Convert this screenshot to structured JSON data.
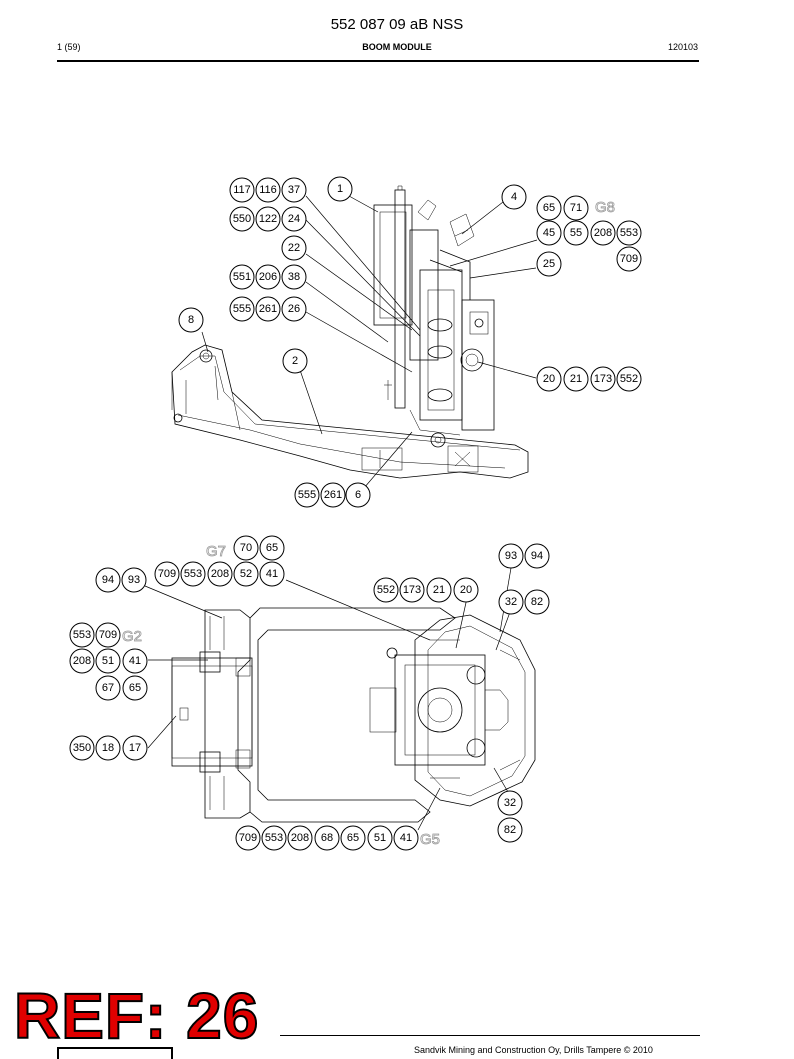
{
  "header": {
    "document_number": "552 087 09 aB NSS",
    "page": "1 (59)",
    "module": "BOOM MODULE",
    "date_code": "120103"
  },
  "footer": {
    "copyright": "Sandvik Mining and Construction Oy, Drills Tampere © 2010"
  },
  "ref_stamp": "REF: 26",
  "side_view": {
    "balloons": [
      {
        "label": "117"
      },
      {
        "label": "116"
      },
      {
        "label": "37"
      },
      {
        "label": "1"
      },
      {
        "label": "550"
      },
      {
        "label": "122"
      },
      {
        "label": "24"
      },
      {
        "label": "22"
      },
      {
        "label": "551"
      },
      {
        "label": "206"
      },
      {
        "label": "38"
      },
      {
        "label": "555"
      },
      {
        "label": "261"
      },
      {
        "label": "26"
      },
      {
        "label": "8"
      },
      {
        "label": "2"
      },
      {
        "label": "4"
      },
      {
        "label": "65"
      },
      {
        "label": "71"
      },
      {
        "label": "45"
      },
      {
        "label": "55"
      },
      {
        "label": "208"
      },
      {
        "label": "553"
      },
      {
        "label": "709"
      },
      {
        "label": "25"
      },
      {
        "label": "20"
      },
      {
        "label": "21"
      },
      {
        "label": "173"
      },
      {
        "label": "552"
      },
      {
        "label": "555"
      },
      {
        "label": "261"
      },
      {
        "label": "6"
      }
    ],
    "group_tags": [
      "G8"
    ]
  },
  "top_view": {
    "balloons": [
      {
        "label": "70"
      },
      {
        "label": "65"
      },
      {
        "label": "709"
      },
      {
        "label": "553"
      },
      {
        "label": "208"
      },
      {
        "label": "52"
      },
      {
        "label": "41"
      },
      {
        "label": "94"
      },
      {
        "label": "93"
      },
      {
        "label": "552"
      },
      {
        "label": "173"
      },
      {
        "label": "21"
      },
      {
        "label": "20"
      },
      {
        "label": "93"
      },
      {
        "label": "94"
      },
      {
        "label": "32"
      },
      {
        "label": "82"
      },
      {
        "label": "553"
      },
      {
        "label": "709"
      },
      {
        "label": "208"
      },
      {
        "label": "51"
      },
      {
        "label": "41"
      },
      {
        "label": "67"
      },
      {
        "label": "65"
      },
      {
        "label": "350"
      },
      {
        "label": "18"
      },
      {
        "label": "17"
      },
      {
        "label": "32"
      },
      {
        "label": "82"
      },
      {
        "label": "709"
      },
      {
        "label": "553"
      },
      {
        "label": "208"
      },
      {
        "label": "68"
      },
      {
        "label": "65"
      },
      {
        "label": "51"
      },
      {
        "label": "41"
      }
    ],
    "group_tags": [
      "G7",
      "G2",
      "G5"
    ]
  }
}
